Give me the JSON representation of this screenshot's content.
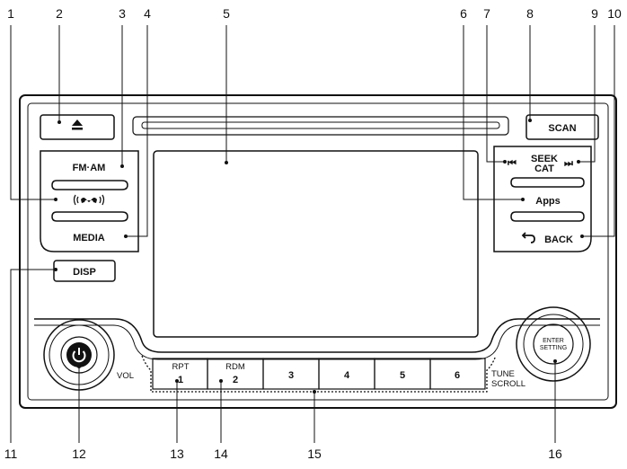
{
  "callouts": [
    "1",
    "2",
    "3",
    "4",
    "5",
    "6",
    "7",
    "8",
    "9",
    "10",
    "11",
    "12",
    "13",
    "14",
    "15",
    "16"
  ],
  "buttons": {
    "fm_am": "FM·AM",
    "media": "MEDIA",
    "disp": "DISP",
    "scan": "SCAN",
    "seek": "SEEK",
    "cat": "CAT",
    "apps": "Apps",
    "back": "BACK",
    "vol": "VOL",
    "rpt": "RPT",
    "rdm": "RDM",
    "tune": "TUNE",
    "scroll": "SCROLL",
    "enter": "ENTER",
    "setting": "SETTING",
    "presets": [
      "1",
      "2",
      "3",
      "4",
      "5",
      "6"
    ]
  },
  "icons": {
    "eject": "eject-icon",
    "phone": "phone-icon",
    "power": "power-icon",
    "prev": "skip-back-icon",
    "next": "skip-forward-icon",
    "back": "back-arrow-icon"
  }
}
